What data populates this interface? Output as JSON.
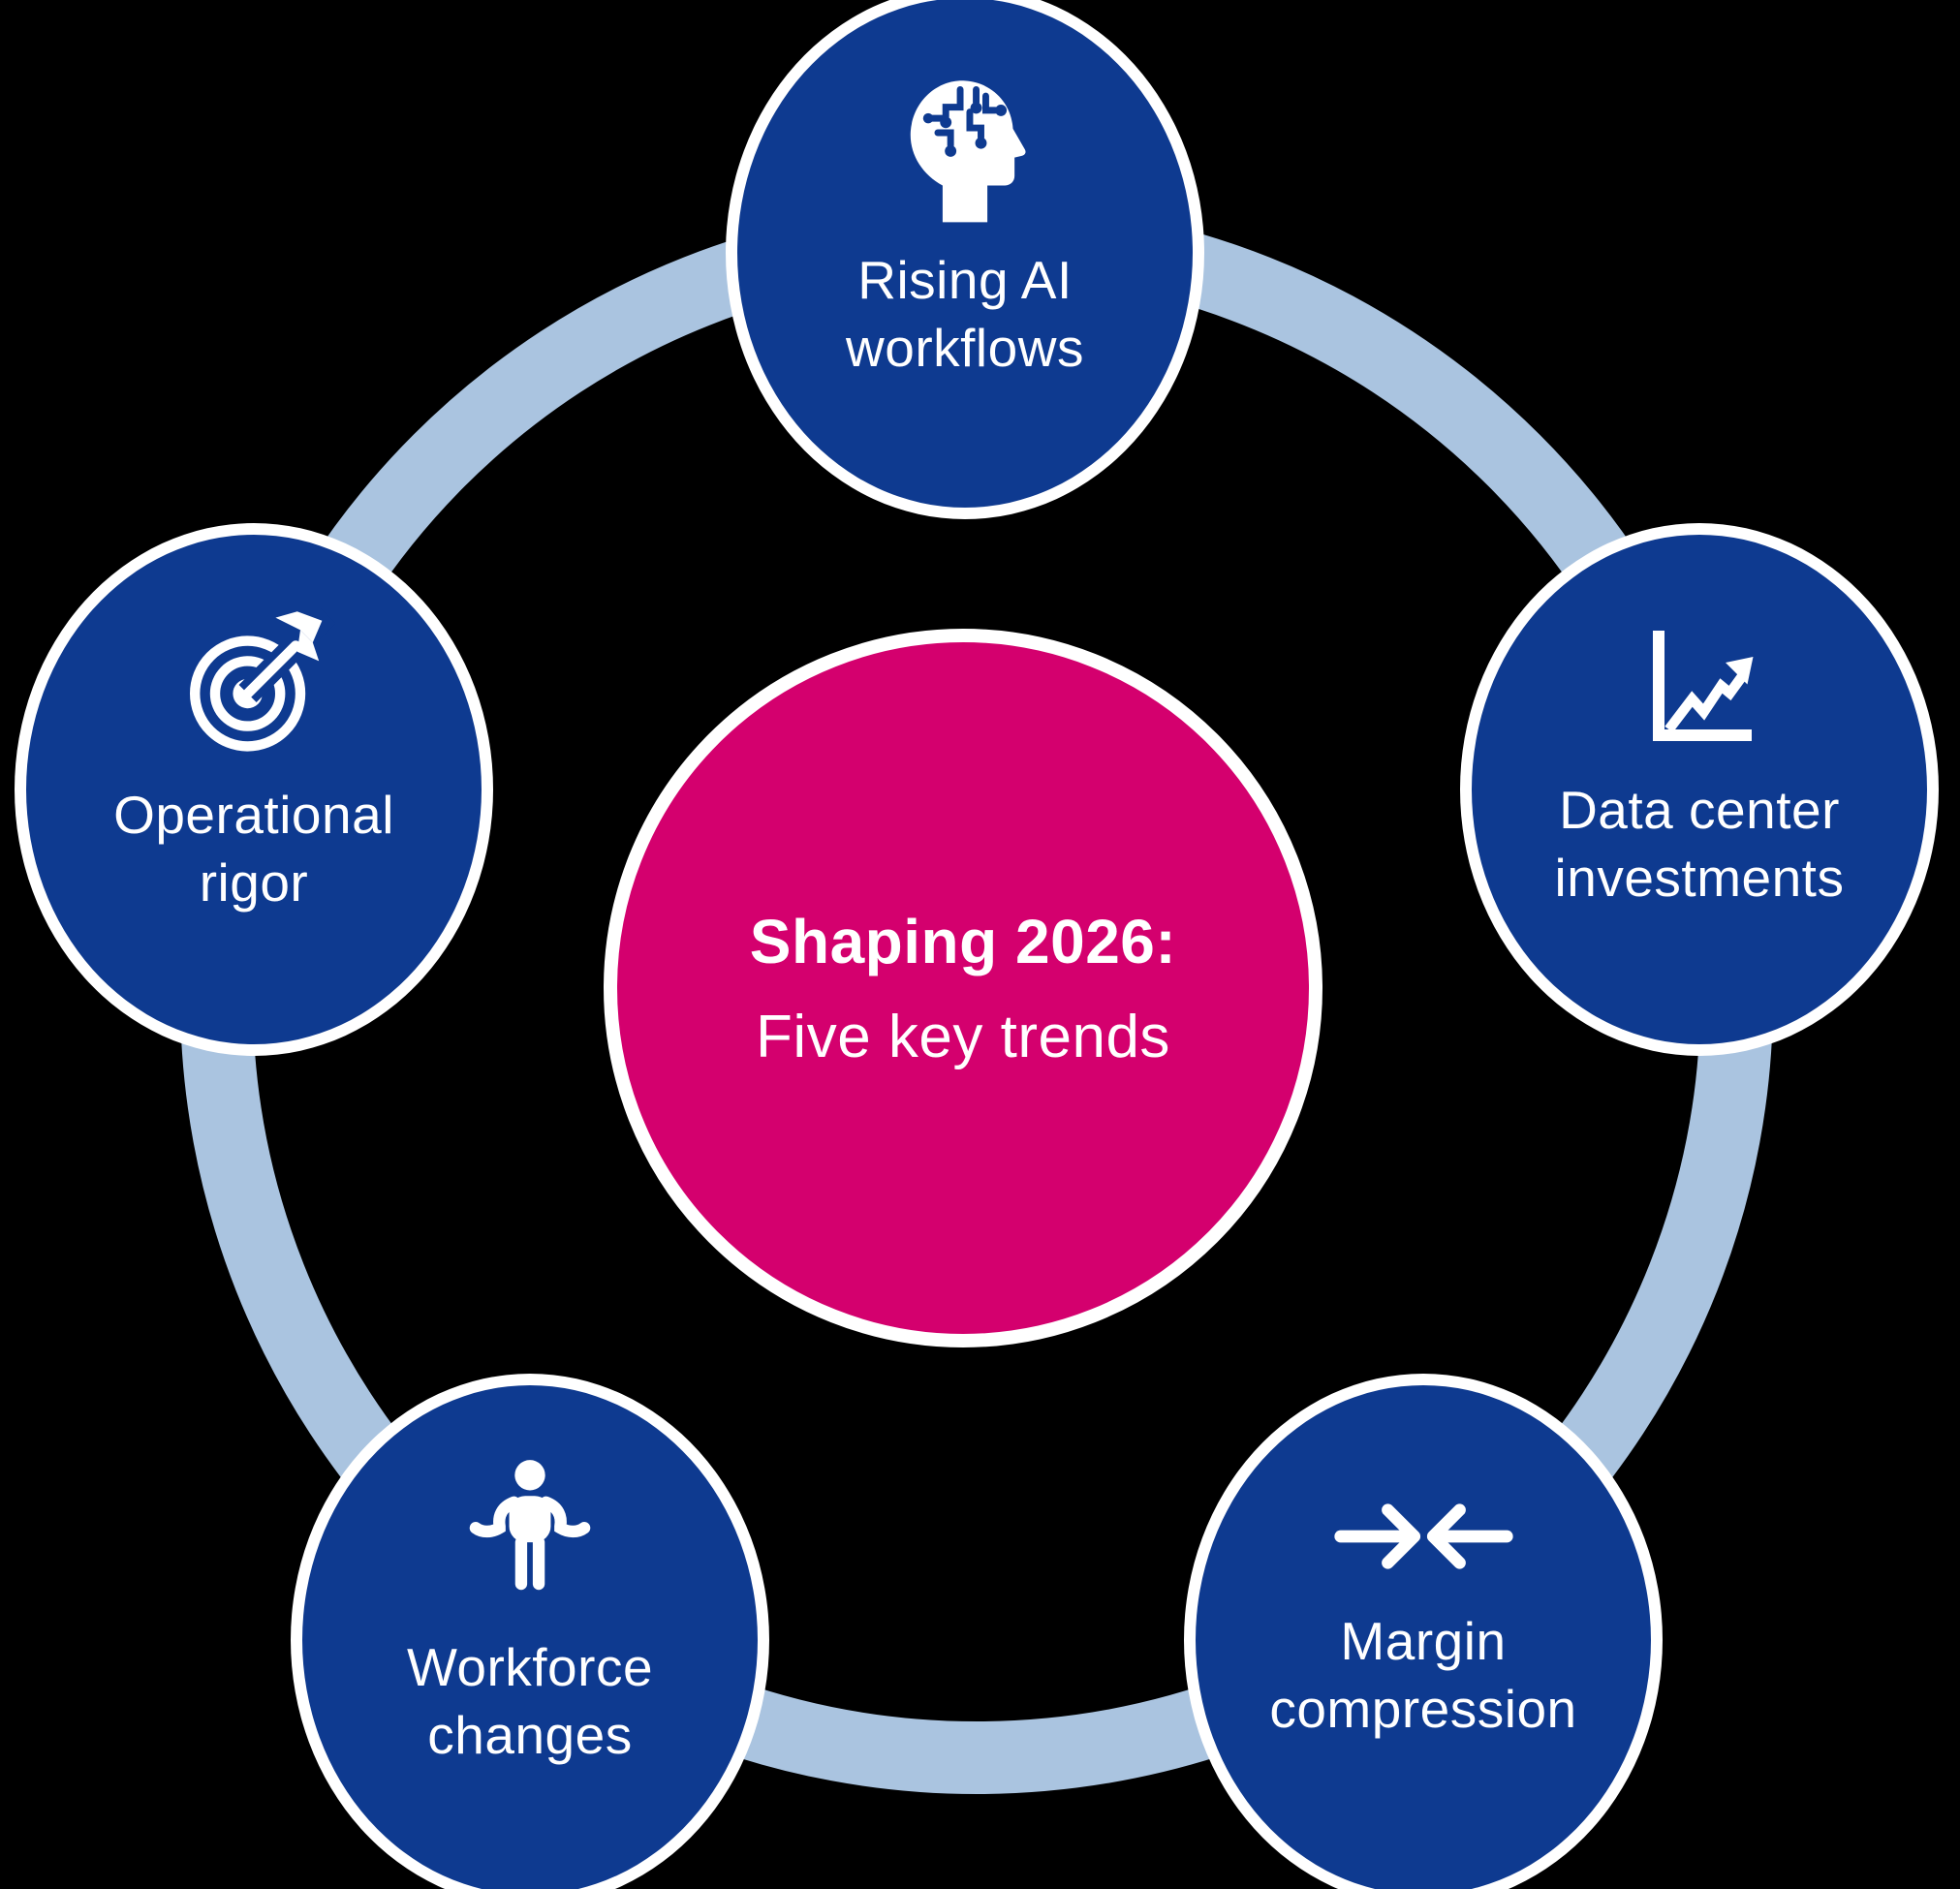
{
  "diagram": {
    "center": {
      "title": "Shaping 2026:",
      "subtitle": "Five key trends"
    },
    "nodes": [
      {
        "id": "rising-ai-workflows",
        "label": "Rising AI\nworkflows",
        "icon": "ai-head-icon",
        "position": "top"
      },
      {
        "id": "data-center-investments",
        "label": "Data center\ninvestments",
        "icon": "line-chart-icon",
        "position": "right"
      },
      {
        "id": "margin-compression",
        "label": "Margin\ncompression",
        "icon": "converging-arrows-icon",
        "position": "bottom-right"
      },
      {
        "id": "workforce-changes",
        "label": "Workforce\nchanges",
        "icon": "person-icon",
        "position": "bottom-left"
      },
      {
        "id": "operational-rigor",
        "label": "Operational\nrigor",
        "icon": "target-dart-icon",
        "position": "left"
      }
    ],
    "colors": {
      "node_blue": "#0E3A90",
      "center_magenta": "#D4006E",
      "ring_blue": "#AAC4E0",
      "text_white": "#FFFFFF",
      "background": "#000000"
    }
  }
}
